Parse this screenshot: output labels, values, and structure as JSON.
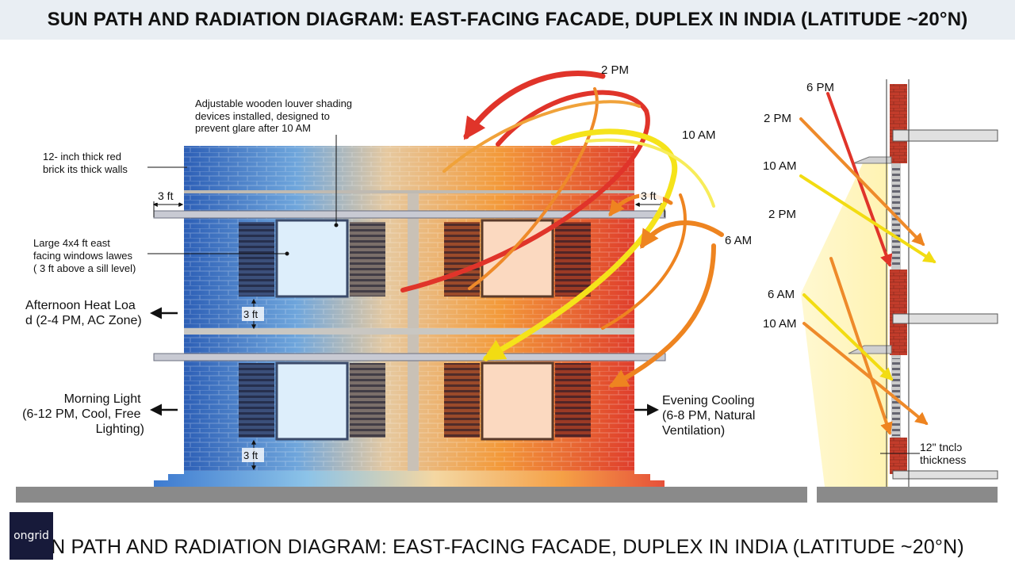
{
  "title": "SUN PATH AND RADIATION DIAGRAM: EAST-FACING FACADE, DUPLEX IN INDIA (LATITUDE ~20°N)",
  "footer_title": "N PATH AND RADIATION DIAGRAM: EAST-FACING FACADE, DUPLEX IN INDIA (LATITUDE ~20°N)",
  "logo_text": "ongrid",
  "annotations": {
    "louver": [
      "Adjustable wooden louver shading",
      "devices installed, designed to",
      "prevent glare after 10 AM"
    ],
    "brick": [
      "12- inch thick red",
      "brick its thick walls"
    ],
    "windows": [
      "Large 4x4 ft east",
      "facing windows lawes",
      "( 3 ft above a sill level)"
    ],
    "afternoon": [
      "Afternoon Heat Loa",
      "d (2-4 PM, AC Zone)"
    ],
    "morning": [
      "Morning Light",
      "(6-12 PM, Cool, Free",
      "Lighting)"
    ],
    "evening": [
      "Evening Cooling",
      "(6-8 PM, Natural",
      "Ventilation)"
    ],
    "section_thickness": [
      "12\" tnclɔ",
      "thickness"
    ]
  },
  "dimensions": {
    "overhang_left": "3 ft",
    "overhang_right": "3 ft",
    "window_gap": "3 ft",
    "sill_height": "3 ft"
  },
  "time_labels": {
    "facade": [
      "2 PM",
      "10 AM",
      "6 AM"
    ],
    "section": [
      "6 PM",
      "2 PM",
      "10 AM",
      "2 PM",
      "6 AM",
      "10 AM"
    ]
  },
  "colors": {
    "cool_blue": "#2f62b8",
    "warm_orange": "#f28c28",
    "hot_red": "#e0342a",
    "sun_yellow": "#f5e31a",
    "brick_red": "#c8402e",
    "ground": "#8a8a8a"
  }
}
